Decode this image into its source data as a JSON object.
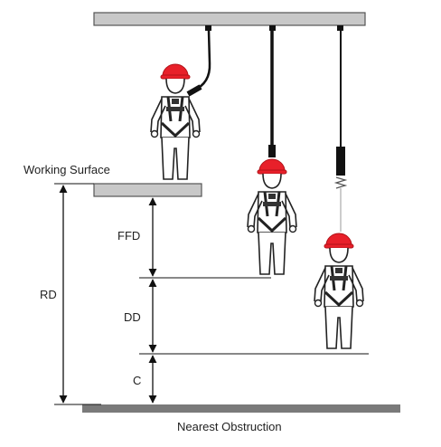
{
  "labels": {
    "working_surface": "Working Surface",
    "nearest_obstruction": "Nearest Obstruction",
    "ffd": "FFD",
    "dd": "DD",
    "c": "C",
    "rd": "RD"
  },
  "colors": {
    "helmet": "#e8202a",
    "beam": "#c8c8c8",
    "obstruction": "#7a7a7a",
    "line": "#111111",
    "outline": "#222222"
  }
}
